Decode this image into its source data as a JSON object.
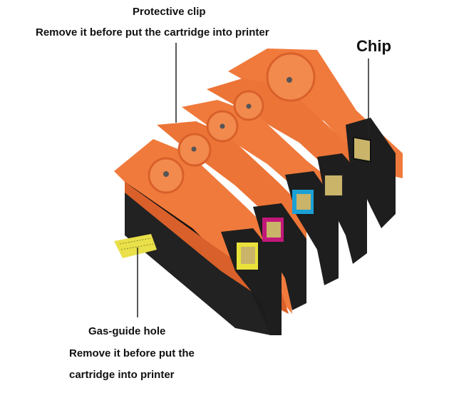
{
  "labels": {
    "protective_clip_title": "Protective clip",
    "protective_clip_note": "Remove it before put the cartridge into printer",
    "chip": "Chip",
    "gas_guide_title": "Gas-guide hole",
    "gas_guide_note_line1": "Remove it before put the",
    "gas_guide_note_line2": "cartridge into printer"
  },
  "colors": {
    "clip_orange": "#f07a3c",
    "clip_orange_dark": "#d9602a",
    "cartridge_body": "#1c1c1c",
    "chip_gold": "#c9b46a",
    "yellow_tab": "#e9e04a",
    "magenta": "#c2187a",
    "cyan": "#1ba0d6",
    "yellow": "#e8e23a"
  }
}
